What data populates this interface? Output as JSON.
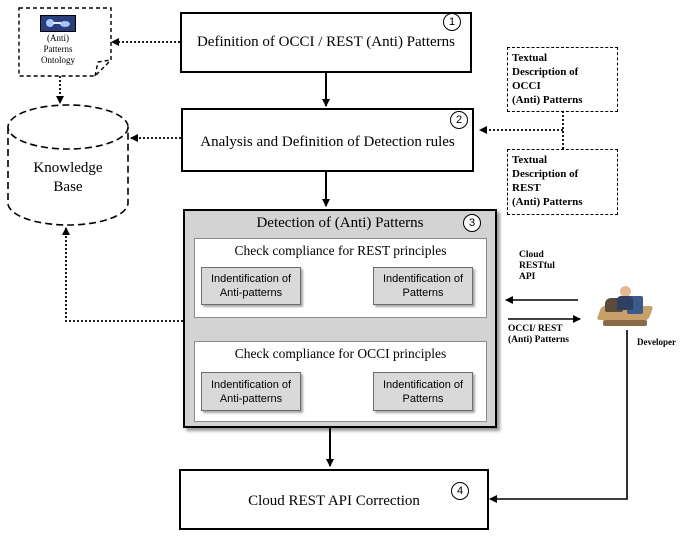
{
  "steps": {
    "definition": {
      "label": "Definition of OCCI / REST (Anti) Patterns",
      "number": "1"
    },
    "analysis": {
      "label": "Analysis and Definition  of Detection rules",
      "number": "2"
    },
    "detection": {
      "label": "Detection of (Anti) Patterns",
      "number": "3"
    },
    "correction": {
      "label": "Cloud REST API Correction",
      "number": "4"
    }
  },
  "rest_check": {
    "title": "Check compliance for REST principles",
    "antipatterns": "Indentification of Anti-patterns",
    "patterns": "Indentification of Patterns"
  },
  "occi_check": {
    "title": "Check compliance for OCCI  principles",
    "antipatterns": "Indentification of Anti-patterns",
    "patterns": "Indentification of Patterns"
  },
  "ontology": {
    "line1": "(Anti)",
    "line2": "Patterns",
    "line3": "Ontology"
  },
  "knowledge_base": {
    "line1": "Knowledge",
    "line2": "Base"
  },
  "textual_occi": {
    "line1": "Textual",
    "line2": "Description of",
    "line3": "OCCI",
    "line4": "(Anti) Patterns"
  },
  "textual_rest": {
    "line1": "Textual",
    "line2": "Description of",
    "line3": "REST",
    "line4": "(Anti) Patterns"
  },
  "cloud_api": {
    "line1": "Cloud",
    "line2": "RESTful",
    "line3": "API"
  },
  "occi_rest_patterns": {
    "line1": "OCCI/ REST",
    "line2": "(Anti)  Patterns"
  },
  "developer": {
    "label": "Developer"
  },
  "colors": {
    "panel_bg": "#d3d3d3",
    "button_bg": "#d9d9d9",
    "border": "#000000"
  }
}
